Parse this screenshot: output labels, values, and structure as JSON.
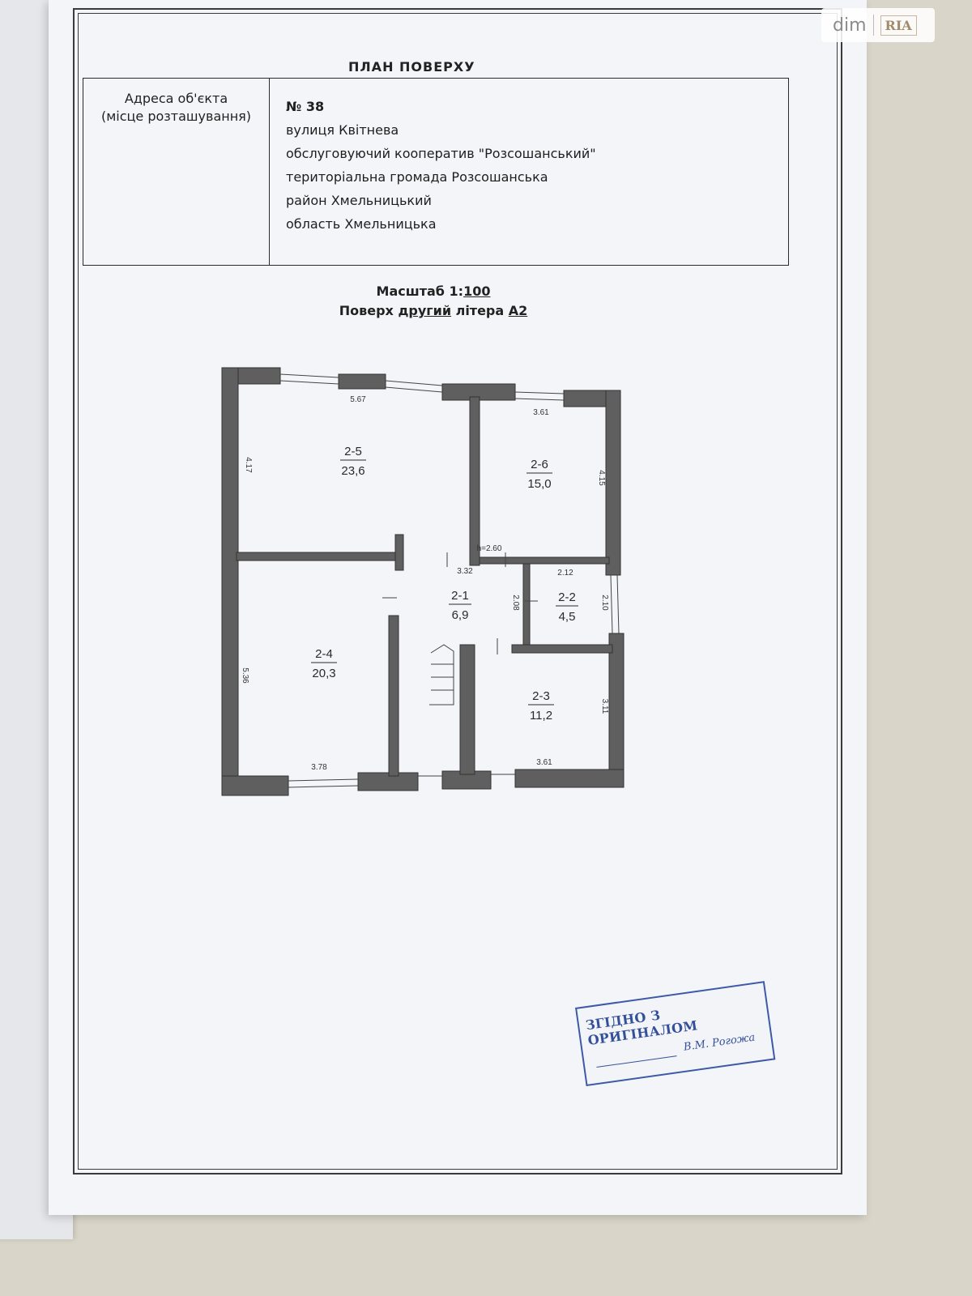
{
  "document": {
    "title": "ПЛАН ПОВЕРХУ",
    "address_label_line1": "Адреса об'єкта",
    "address_label_line2": "(місце розташування)",
    "address_lines": [
      "№ 38",
      "вулиця Квітнева",
      "обслуговуючий кооператив \"Розсошанський\"",
      "територіальна громада Розсошанська",
      "район Хмельницький",
      "область Хмельницька"
    ],
    "scale_prefix": "Масштаб 1:",
    "scale_value": "100",
    "floor_prefix": "Поверх ",
    "floor_value": "другий",
    "floor_middle": " літера ",
    "floor_letter": "А2"
  },
  "floor_plan": {
    "rooms": [
      {
        "id": "2-5",
        "area": "23,6"
      },
      {
        "id": "2-6",
        "area": "15,0"
      },
      {
        "id": "2-1",
        "area": "6,9"
      },
      {
        "id": "2-2",
        "area": "4,5"
      },
      {
        "id": "2-4",
        "area": "20,3"
      },
      {
        "id": "2-3",
        "area": "11,2"
      }
    ],
    "dimensions": {
      "room_2_5_width": "5.67",
      "room_2_5_height": "4.17",
      "room_2_6_width": "3.61",
      "room_2_6_height": "4.15",
      "ceiling_height": "h=2.60",
      "corridor_width": "3.32",
      "corridor_height": "2.08",
      "room_2_2_width": "2.12",
      "room_2_2_height": "2.10",
      "room_2_4_height": "5.36",
      "room_2_4_width": "3.78",
      "room_2_3_height": "3.11",
      "room_2_3_width": "3.61"
    }
  },
  "stamp": {
    "text": "ЗГІДНО З ОРИГІНАЛОМ",
    "signature": "В.М. Рогожа"
  },
  "watermark": {
    "brand": "dim",
    "logo": "RIA"
  }
}
